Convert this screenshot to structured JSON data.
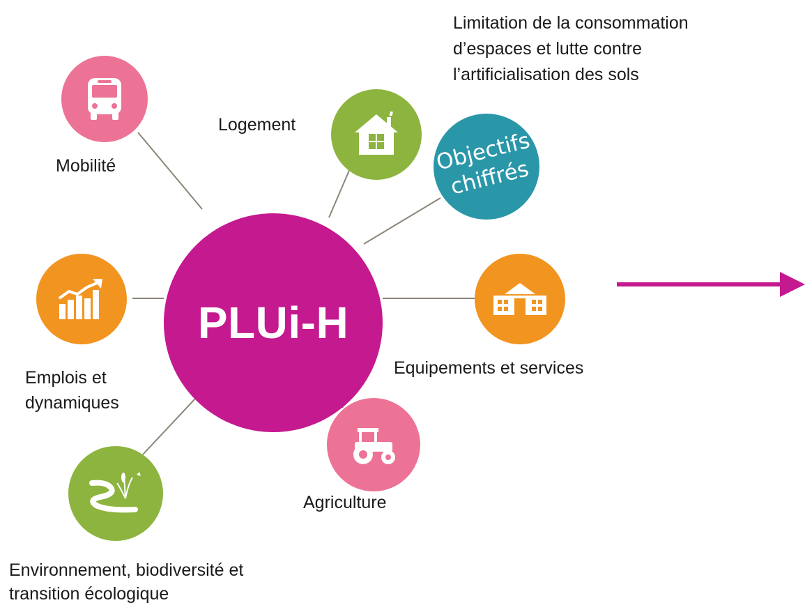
{
  "center": {
    "title": "PLUi-H",
    "color": "#c4198f"
  },
  "nodes": [
    {
      "id": "mobilite",
      "label": "Mobilité",
      "icon": "bus-icon",
      "color": "#ec7396"
    },
    {
      "id": "logement",
      "label": "Logement",
      "icon": "house-icon",
      "color": "#8db43f"
    },
    {
      "id": "objectifs",
      "label": "Objectifs\nchiffrés",
      "color": "#2a97a9"
    },
    {
      "id": "emplois",
      "label": "Emplois et\ndynamiques",
      "icon": "growth-chart-icon",
      "color": "#f29420"
    },
    {
      "id": "equipements",
      "label": "Equipements et services",
      "icon": "public-building-icon",
      "color": "#f29420"
    },
    {
      "id": "agriculture",
      "label": "Agriculture",
      "icon": "tractor-icon",
      "color": "#ec7396"
    },
    {
      "id": "environnement",
      "label": "Environnement, biodiversité et\ntransition écologique",
      "icon": "river-plant-icon",
      "color": "#8db43f"
    }
  ],
  "top_right_note": "Limitation de la consommation\nd’espaces et lutte contre\nl’artificialisation des sols",
  "colors": {
    "link": "#8c8578",
    "arrow": "#c4198f"
  }
}
